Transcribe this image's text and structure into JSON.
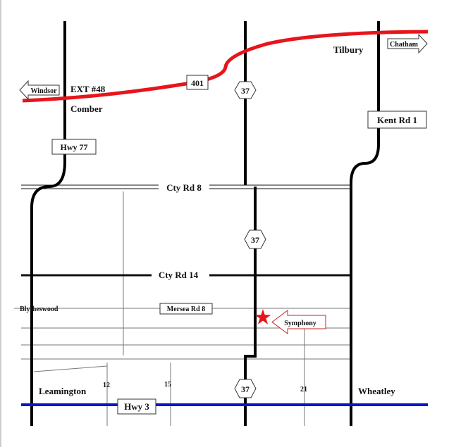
{
  "map": {
    "places": {
      "tilbury": "Tilbury",
      "comber": "Comber",
      "blytheswood": "Blytheswood",
      "leamington": "Leamington",
      "wheatley": "Wheatley"
    },
    "arrows": {
      "windsor": "Windsor",
      "chatham": "Chatham",
      "symphony": "Symphony"
    },
    "exit_label": "EXT #48",
    "shields": {
      "hwy401": "401",
      "hwy37_top": "37",
      "hwy37_mid": "37",
      "hwy37_bottom": "37"
    },
    "road_labels": {
      "hwy77": "Hwy 77",
      "kent_rd_1": "Kent Rd 1",
      "cty_rd_8": "Cty Rd 8",
      "cty_rd_14": "Cty Rd 14",
      "mersea_rd_8": "Mersea Rd 8",
      "hwy3": "Hwy 3"
    },
    "concession_numbers": {
      "c12": "12",
      "c15": "15",
      "c21": "21"
    },
    "colors": {
      "hwy401": "#e8141b",
      "hwy3": "#0a14c8",
      "star": "#e8141b",
      "symphony_arrow": "#cc2222"
    }
  }
}
